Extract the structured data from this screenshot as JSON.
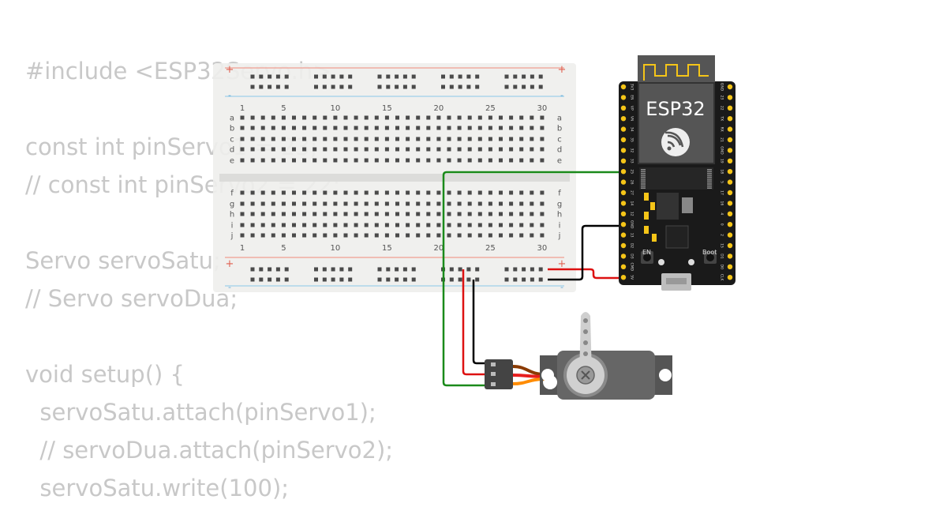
{
  "code_lines": [
    "#include <ESP32Servo.h>",
    "",
    "const int pinServo1 = 23;",
    "// const int pinServo2 = 22;",
    "",
    "Servo servoSatu;",
    "// Servo servoDua;",
    "",
    "void setup() {",
    "  servoSatu.attach(pinServo1);",
    "  // servoDua.attach(pinServo2);",
    "  servoSatu.write(100);"
  ],
  "breadboard": {
    "column_numbers": [
      "1",
      "5",
      "10",
      "15",
      "20",
      "25",
      "30"
    ],
    "rows_top": [
      "a",
      "b",
      "c",
      "d",
      "e"
    ],
    "rows_bottom": [
      "f",
      "g",
      "h",
      "i",
      "j"
    ],
    "plus_label": "+",
    "minus_label": "-"
  },
  "esp32": {
    "chip_label": "ESP32",
    "en_label": "EN",
    "boot_label": "Boot",
    "left_pins": [
      "3V3",
      "EN",
      "VP",
      "VN",
      "34",
      "35",
      "32",
      "33",
      "25",
      "26",
      "27",
      "14",
      "12",
      "GND",
      "13",
      "D2",
      "D3",
      "CMD",
      "5V"
    ],
    "right_pins": [
      "GND",
      "23",
      "22",
      "TX",
      "RX",
      "21",
      "GND",
      "19",
      "18",
      "5",
      "17",
      "16",
      "4",
      "0",
      "2",
      "15",
      "D1",
      "D0",
      "CLK"
    ]
  },
  "colors": {
    "wire_signal": "#1a8a1a",
    "wire_power": "#dd1111",
    "wire_ground": "#000000",
    "board": "#1a1a1a",
    "pin_gold": "#f5c518",
    "code_text": "#c8c8c8"
  }
}
